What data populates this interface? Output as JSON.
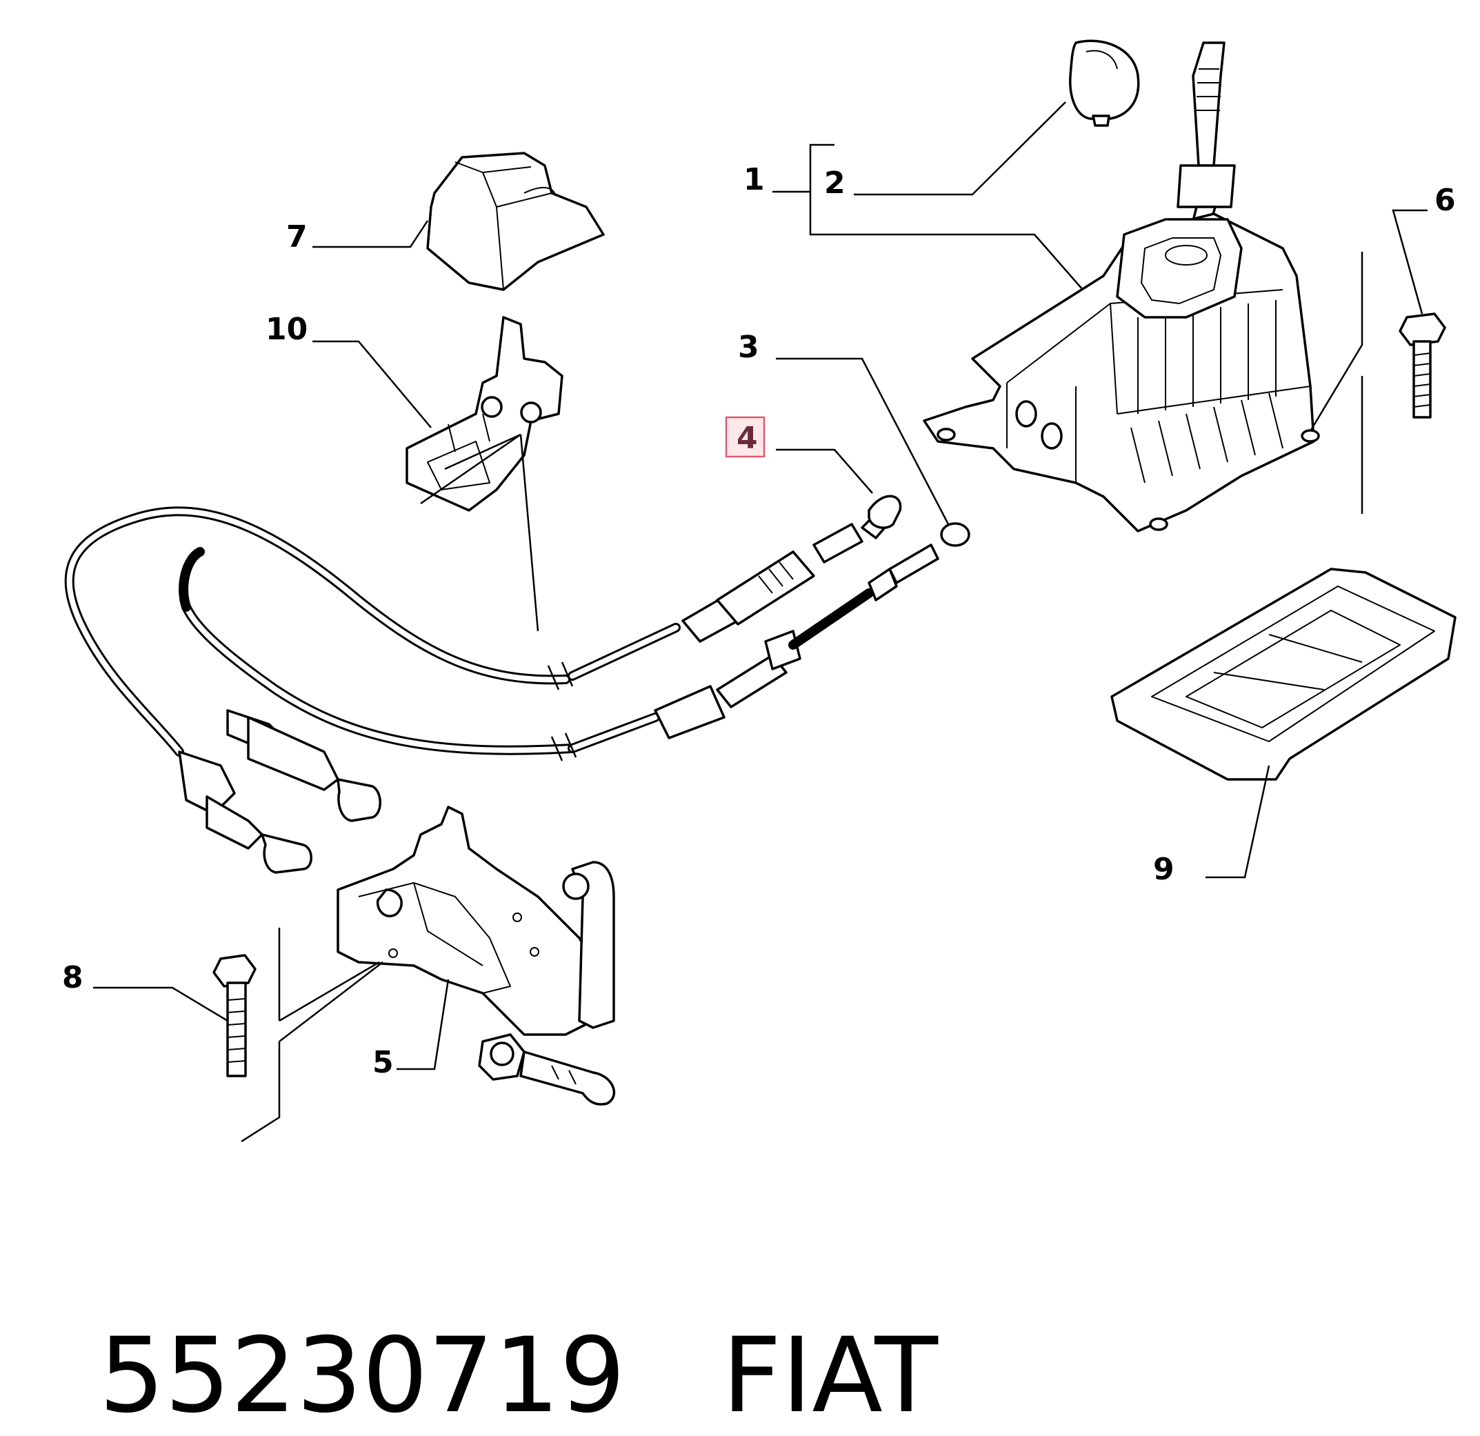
{
  "callouts": [
    "1",
    "2",
    "3",
    "4",
    "5",
    "6",
    "7",
    "8",
    "9",
    "10"
  ],
  "highlighted_callout": "4",
  "highlight_color": "#e05a6a",
  "footer": {
    "part_number": "55230719",
    "brand": "FIAT"
  }
}
